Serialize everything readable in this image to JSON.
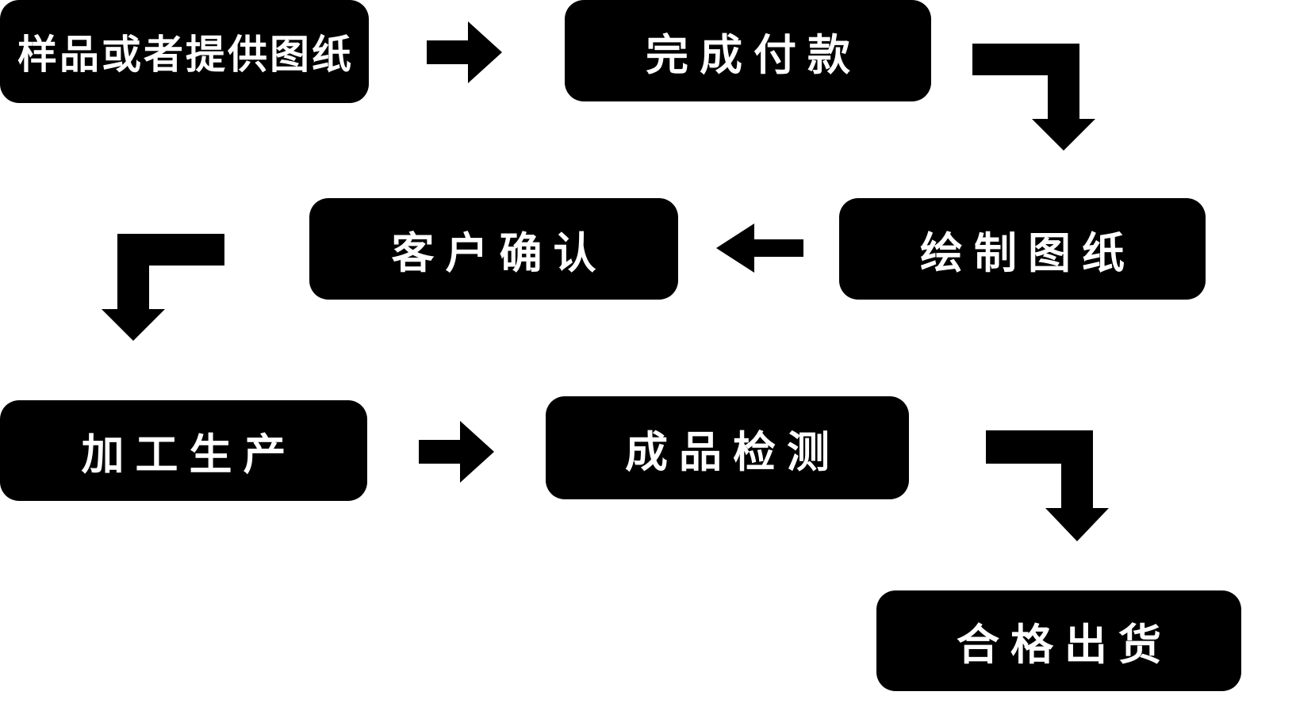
{
  "diagram": {
    "type": "flowchart",
    "colors": {
      "node_background": "#000000",
      "node_text": "#ffffff",
      "arrow": "#000000",
      "page_background": "#ffffff"
    },
    "nodes": [
      {
        "id": "sample-or-drawings",
        "label": "样品或者提供图纸"
      },
      {
        "id": "payment",
        "label": "完成付款"
      },
      {
        "id": "draw-drawings",
        "label": "绘制图纸"
      },
      {
        "id": "customer-confirm",
        "label": "客户确认"
      },
      {
        "id": "production",
        "label": "加工生产"
      },
      {
        "id": "inspection",
        "label": "成品检测"
      },
      {
        "id": "shipment",
        "label": "合格出货"
      }
    ],
    "edges": [
      {
        "from": "样品或者提供图纸",
        "to": "完成付款",
        "direction": "right"
      },
      {
        "from": "完成付款",
        "to": "绘制图纸",
        "direction": "down"
      },
      {
        "from": "绘制图纸",
        "to": "客户确认",
        "direction": "left"
      },
      {
        "from": "客户确认",
        "to": "加工生产",
        "direction": "down"
      },
      {
        "from": "加工生产",
        "to": "成品检测",
        "direction": "right"
      },
      {
        "from": "成品检测",
        "to": "合格出货",
        "direction": "down"
      }
    ]
  }
}
